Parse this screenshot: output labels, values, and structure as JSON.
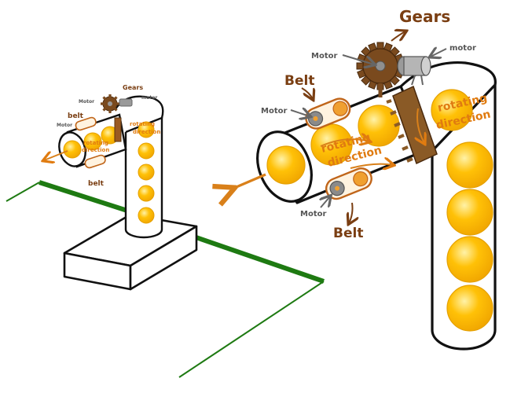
{
  "colors": {
    "tube_stroke": "#111111",
    "ball_fill": "#ffc107",
    "ball_stroke": "#e5a000",
    "rail": "#1e7a12",
    "gear": "#7a4a1e",
    "belt_fill": "#fff3e0",
    "belt_stroke": "#c0651a",
    "motor": "#8a8a8a",
    "arrow_orange": "#d9801a",
    "label_brown": "#7a3e12",
    "label_orange": "#e07b10"
  },
  "icons": {
    "gear": "gear-icon",
    "motor": "motor-icon",
    "direction": "arrow-icon"
  },
  "large_view": {
    "gears_label": "Gears",
    "motor_top_left_label": "Motor",
    "motor_top_right_label": "motor",
    "belt_top_label": "Belt",
    "motor_mid_left_label": "Motor",
    "rotating_direction_right_line1": "rotating",
    "rotating_direction_right_line2": "direction",
    "rotating_direction_center_line1": "rotating",
    "rotating_direction_center_line2": "direction",
    "motor_bottom_label": "Motor",
    "belt_bottom_label": "Belt"
  },
  "small_view": {
    "gears_label": "Gears",
    "motor_top_left_label": "Motor",
    "motor_top_right_label": "motor",
    "belt_top_label": "belt",
    "motor_mid_left_label": "Motor",
    "rotating_direction_right_line1": "rotating",
    "rotating_direction_right_line2": "direction",
    "rotating_direction_center_line1": "rotating",
    "rotating_direction_center_line2": "direction",
    "belt_bottom_label": "belt"
  }
}
